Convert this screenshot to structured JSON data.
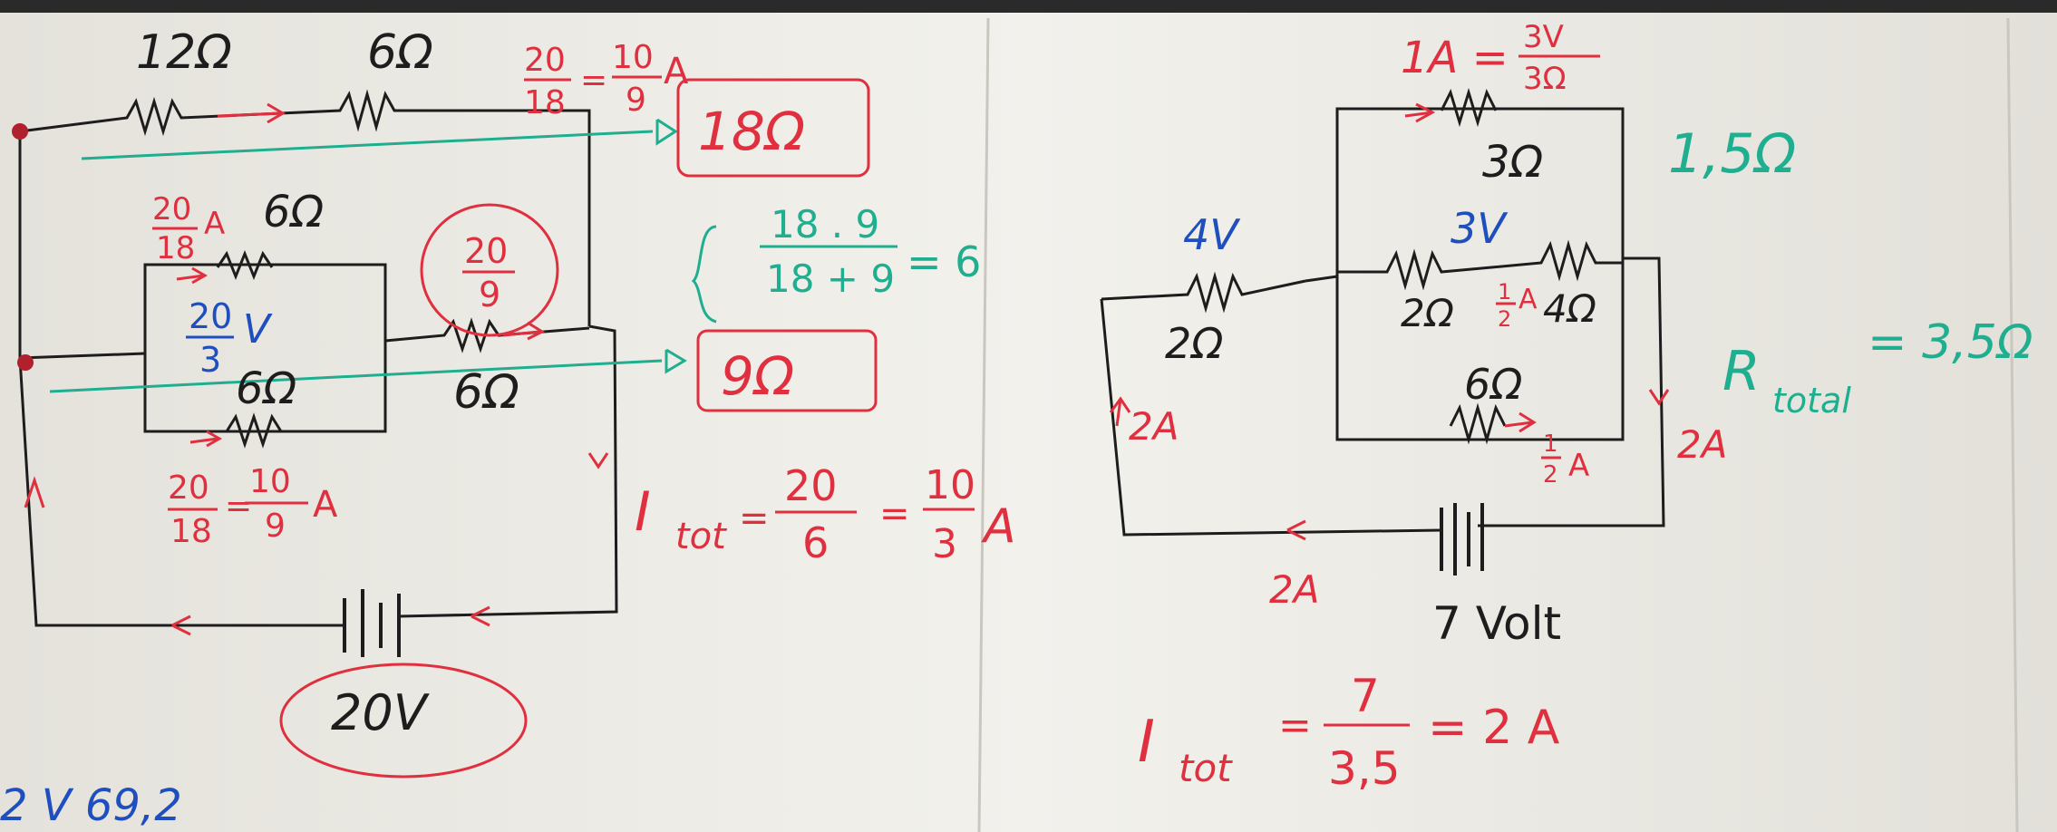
{
  "colors": {
    "board": "#ebe9e2",
    "board_edge": "#2a2a2a",
    "ink_black": "#1d1d1d",
    "ink_red": "#e0303f",
    "ink_green": "#1fae8f",
    "ink_blue": "#1f4fbf"
  },
  "left_circuit": {
    "r_top_left": "12Ω",
    "r_top_right": "6Ω",
    "current_top_num": "20",
    "current_top_den": "18",
    "current_top_eq": "=",
    "current_top_res_num": "10",
    "current_top_res_den": "9",
    "current_top_unit": "A",
    "box_18": "18Ω",
    "box_9": "9Ω",
    "parallel_calc_num": "18 . 9",
    "parallel_calc_den": "18 + 9",
    "parallel_calc_res": "= 6",
    "branch_upper_num": "20",
    "branch_upper_den": "18",
    "branch_upper_unit": "A",
    "r_upper": "6Ω",
    "voltage_num": "20",
    "voltage_den": "3",
    "voltage_unit": "V",
    "r_lower": "6Ω",
    "circled_num": "20",
    "circled_den": "9",
    "r_series": "6Ω",
    "lower_current_num": "20",
    "lower_current_den": "18",
    "lower_current_eq": "=",
    "lower_current_res_num": "10",
    "lower_current_res_den": "9",
    "lower_current_unit": "A",
    "source": "20V",
    "itot_label": "I",
    "itot_sub": "tot",
    "itot_eq": "=",
    "itot_num": "20",
    "itot_den": "6",
    "itot_eq2": "=",
    "itot_res_num": "10",
    "itot_res_den": "3",
    "itot_unit": "A",
    "bottom_left_text": "2 V  69,2"
  },
  "right_circuit": {
    "top_current": "1A =",
    "top_frac_num": "3V",
    "top_frac_den": "3Ω",
    "r_top": "3Ω",
    "equiv_top": "1,5Ω",
    "v_left": "4V",
    "r_left": "2Ω",
    "v_mid": "3V",
    "r_mid_left": "2Ω",
    "mid_half_num": "1",
    "mid_half_den": "2",
    "mid_half_unit": "A",
    "r_mid_right": "4Ω",
    "r_bottom": "6Ω",
    "bottom_half_num": "1",
    "bottom_half_den": "2",
    "bottom_half_unit": "A",
    "current_left": "2A",
    "current_right": "2A",
    "current_bottom": "2A",
    "r_total_label": "R",
    "r_total_sub": "total",
    "r_total_value": "= 3,5Ω",
    "source": "7 Volt",
    "itot_label": "I",
    "itot_sub": "tot",
    "itot_eq": "=",
    "itot_num": "7",
    "itot_den": "3,5",
    "itot_res": "= 2 A"
  }
}
